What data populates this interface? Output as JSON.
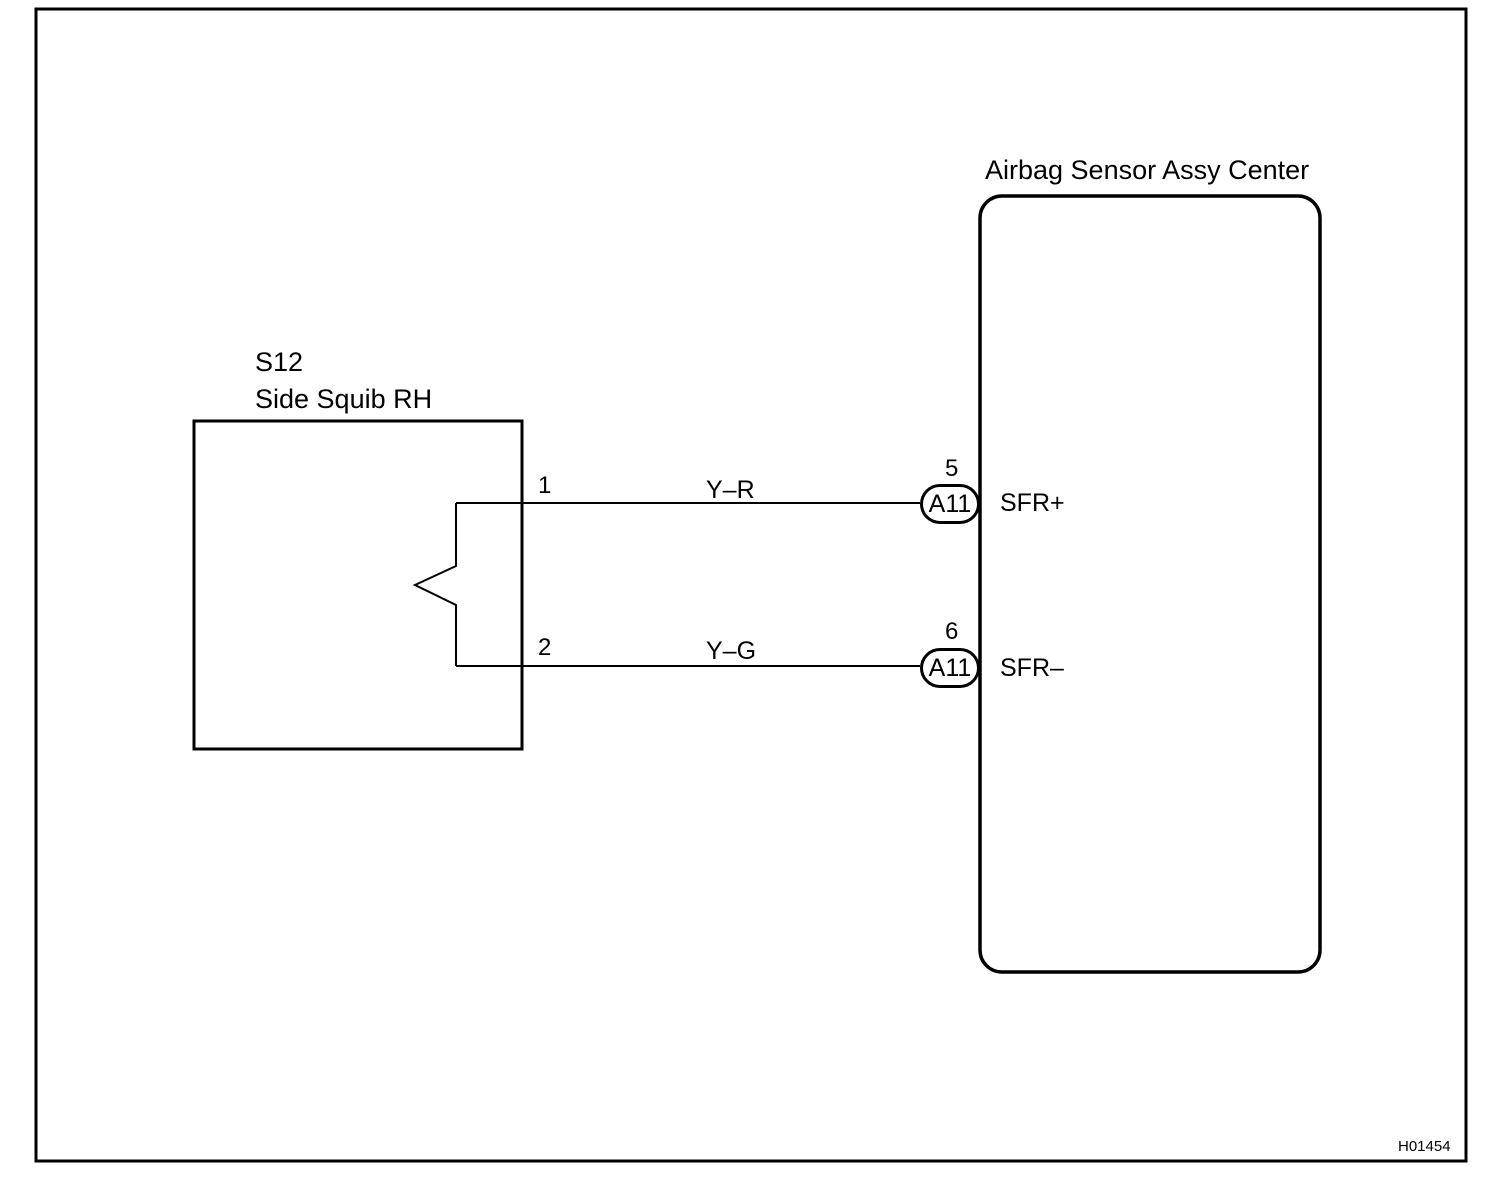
{
  "squib": {
    "code": "S12",
    "name": "Side Squib RH"
  },
  "ecu": {
    "name": "Airbag Sensor Assy Center"
  },
  "circuits": [
    {
      "squib_pin": "1",
      "wire_color": "Y–R",
      "connector": "A11",
      "ecu_pin": "5",
      "signal": "SFR+"
    },
    {
      "squib_pin": "2",
      "wire_color": "Y–G",
      "connector": "A11",
      "ecu_pin": "6",
      "signal": "SFR–"
    }
  ],
  "figure_code": "H01454"
}
